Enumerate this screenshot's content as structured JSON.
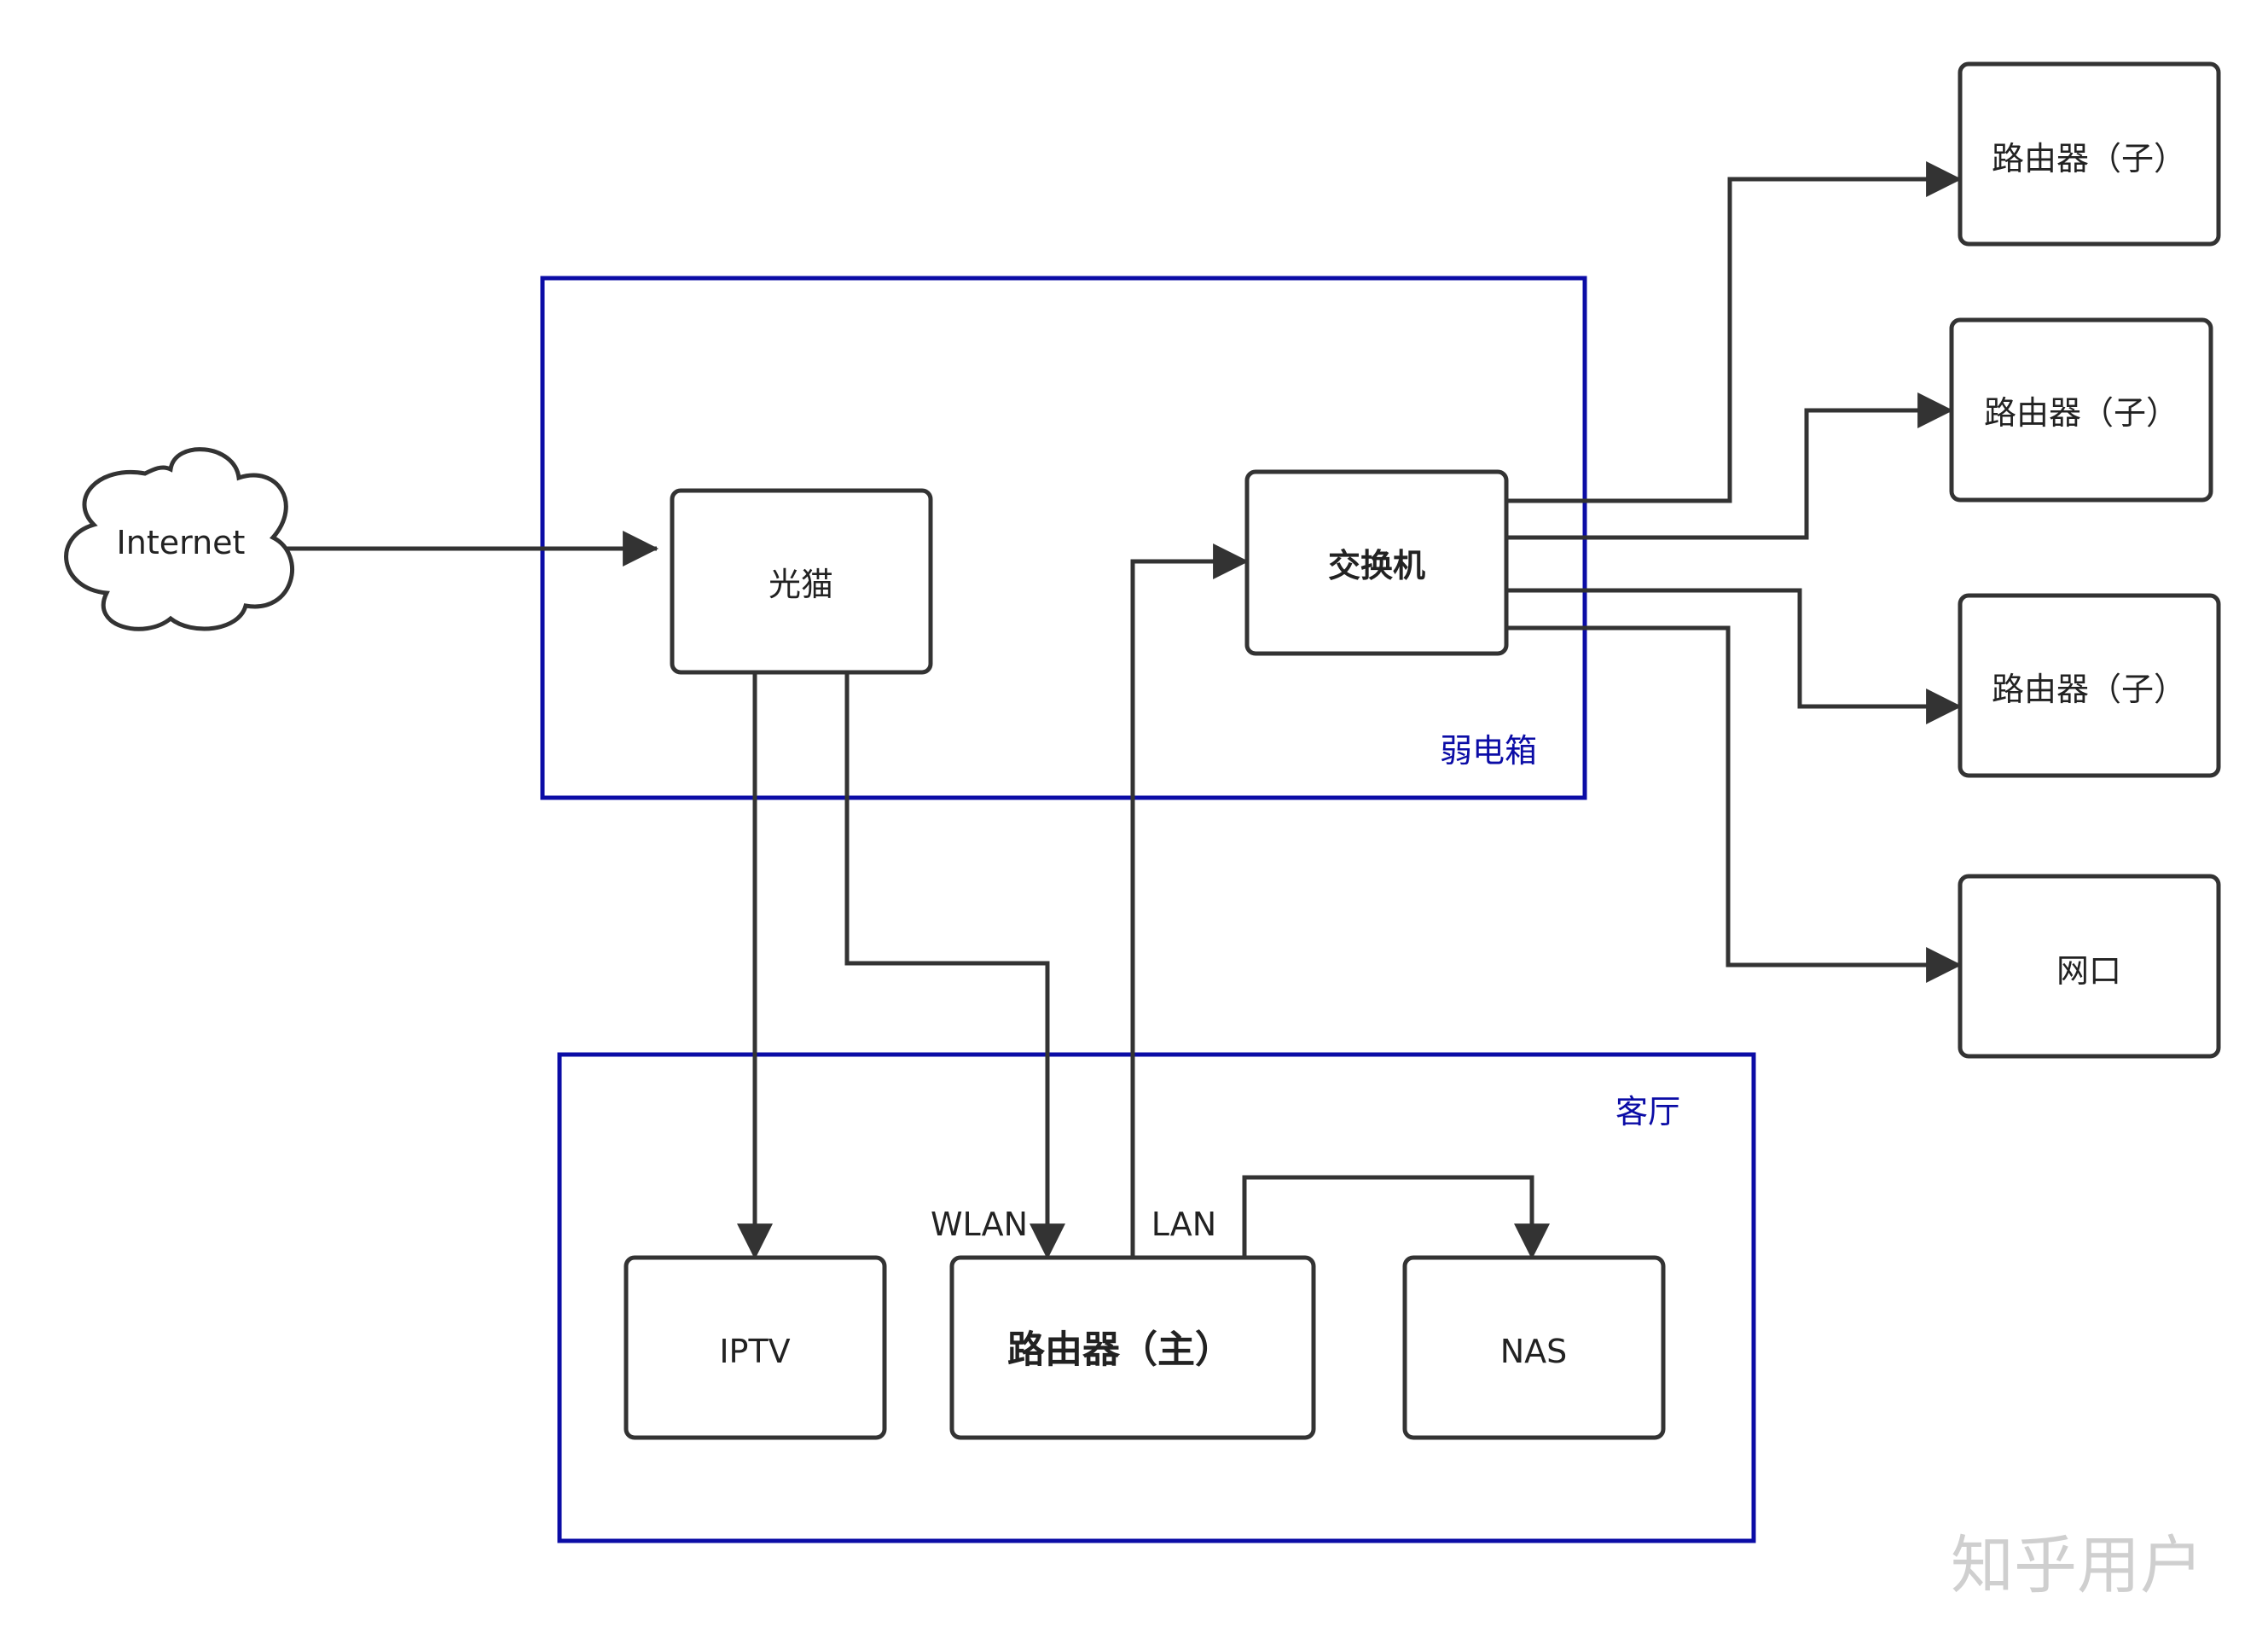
{
  "zones": {
    "weak_box": "弱电箱",
    "living_room": "客厅"
  },
  "nodes": {
    "internet": "Internet",
    "modem": "光猫",
    "switch": "交换机",
    "sub_router_1": "路由器（子）",
    "sub_router_2": "路由器（子）",
    "sub_router_3": "路由器（子）",
    "port": "网口",
    "iptv": "IPTV",
    "main_router": "路由器（主）",
    "nas": "NAS"
  },
  "port_labels": {
    "wlan": "WLAN",
    "lan": "LAN"
  },
  "watermark": "知乎用户",
  "colors": {
    "line": "#333333",
    "zone_border": "#0b0ca6",
    "zone_text": "#0b0ca6",
    "watermark": "#cfcfcf"
  }
}
